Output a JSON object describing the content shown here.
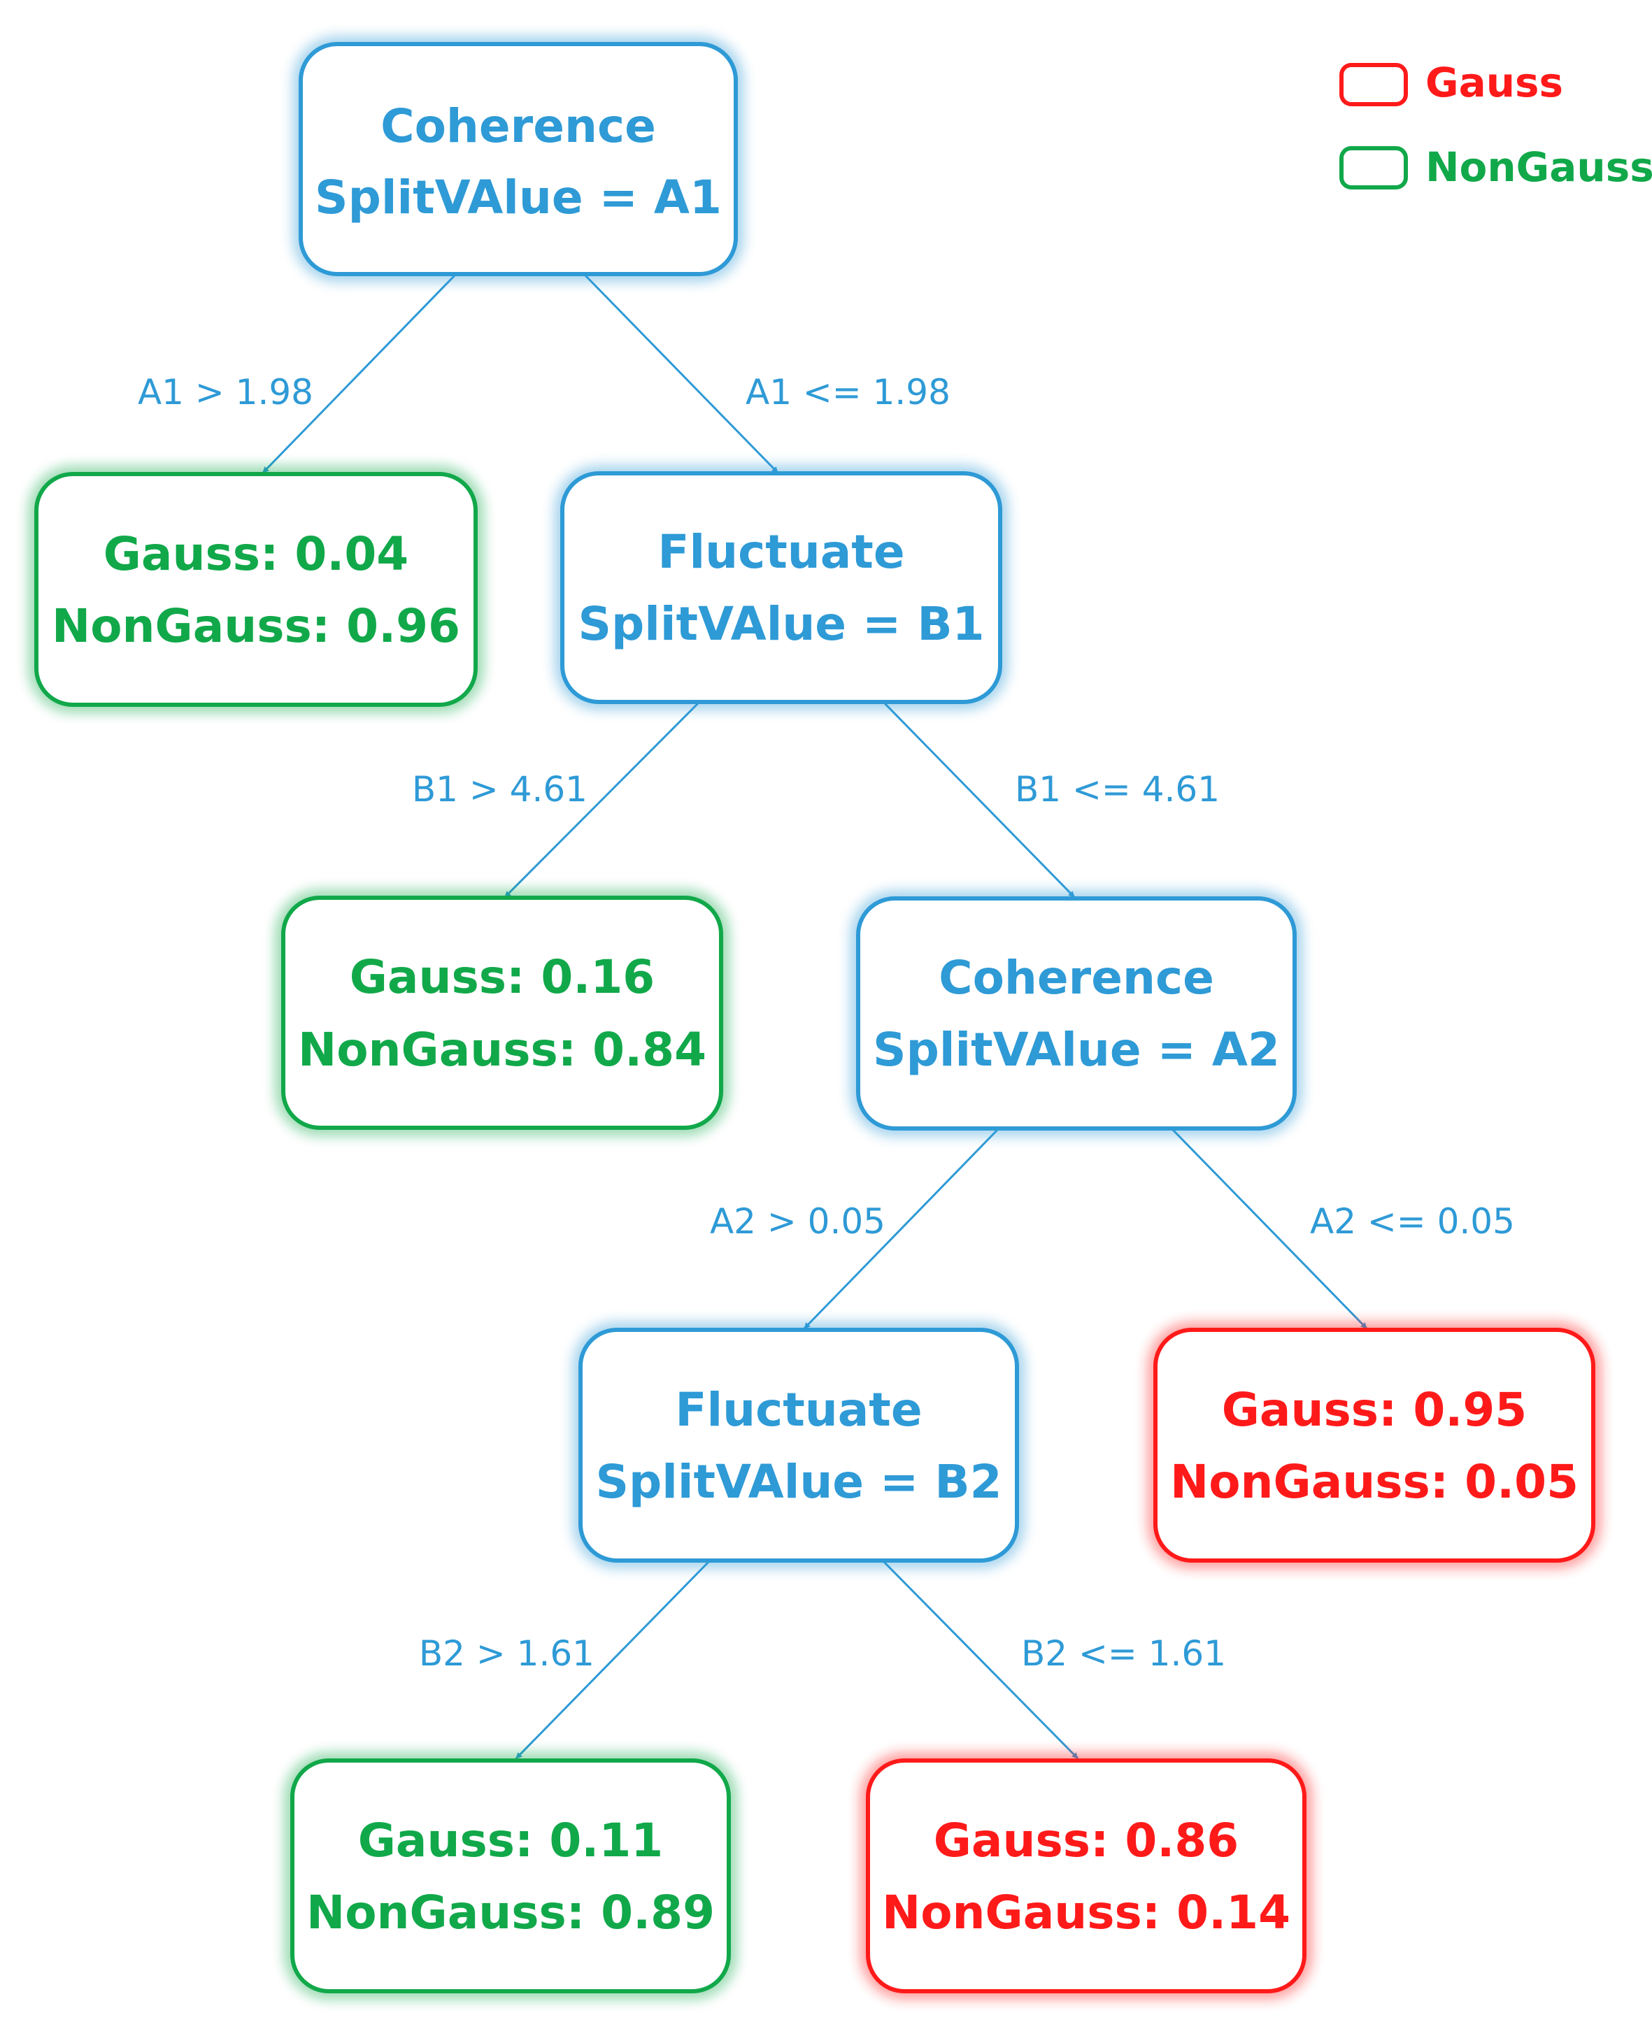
{
  "colors": {
    "split": "#2e9ad6",
    "nongauss": "#11a84a",
    "gauss": "#ff1a1a",
    "edge": "#2e9ad6"
  },
  "legend": {
    "gauss": "Gauss",
    "nongauss": "NonGauss"
  },
  "nodes": {
    "root": {
      "type": "split",
      "line1": "Coherence",
      "line2": "SplitVAlue = A1"
    },
    "leaf1": {
      "type": "nongauss",
      "line1": "Gauss: 0.04",
      "line2": "NonGauss: 0.96"
    },
    "n2": {
      "type": "split",
      "line1": "Fluctuate",
      "line2": "SplitVAlue = B1"
    },
    "leaf2": {
      "type": "nongauss",
      "line1": "Gauss: 0.16",
      "line2": "NonGauss: 0.84"
    },
    "n3": {
      "type": "split",
      "line1": "Coherence",
      "line2": "SplitVAlue = A2"
    },
    "n4": {
      "type": "split",
      "line1": "Fluctuate",
      "line2": "SplitVAlue = B2"
    },
    "leaf3": {
      "type": "gauss",
      "line1": "Gauss: 0.95",
      "line2": "NonGauss: 0.05"
    },
    "leaf4": {
      "type": "nongauss",
      "line1": "Gauss: 0.11",
      "line2": "NonGauss: 0.89"
    },
    "leaf5": {
      "type": "gauss",
      "line1": "Gauss: 0.86",
      "line2": "NonGauss: 0.14"
    }
  },
  "edges": {
    "e1": "A1 > 1.98",
    "e2": "A1 <= 1.98",
    "e3": "B1 > 4.61",
    "e4": "B1 <= 4.61",
    "e5": "A2 > 0.05",
    "e6": "A2 <= 0.05",
    "e7": "B2 > 1.61",
    "e8": "B2 <= 1.61"
  }
}
